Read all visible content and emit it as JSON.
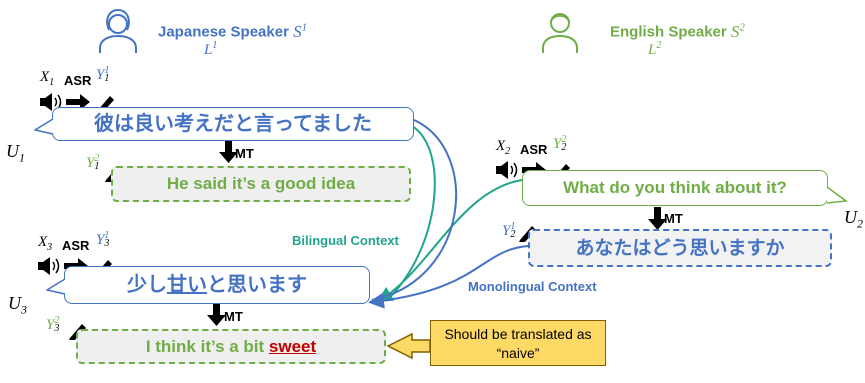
{
  "speakers": {
    "s1": {
      "title": "Japanese Speaker",
      "symbol": "S",
      "sup": "1",
      "lang": "L",
      "lang_sup": "1"
    },
    "s2": {
      "title": "English Speaker",
      "symbol": "S",
      "sup": "2",
      "lang": "L",
      "lang_sup": "2"
    }
  },
  "utterances": {
    "u1": {
      "label": "U",
      "sub": "1",
      "source": "彼は良い考えだと言ってました",
      "translation": "He said it’s a good idea"
    },
    "u2": {
      "label": "U",
      "sub": "2",
      "source": "What do you think about it?",
      "translation": "あなたはどう思いますか"
    },
    "u3": {
      "label": "U",
      "sub": "3",
      "source_a": "少し",
      "source_b": "甘い",
      "source_c": "と思います",
      "translation_a": "I think it’s a bit ",
      "translation_b": "sweet"
    }
  },
  "labels": {
    "asr": "ASR",
    "mt": "MT",
    "x1": {
      "base": "X",
      "sub": "1"
    },
    "y1_1": {
      "base": "Y",
      "sub": "1",
      "sup": "1"
    },
    "y1_2": {
      "base": "Y",
      "sub": "1",
      "sup": "2"
    },
    "x2": {
      "base": "X",
      "sub": "2"
    },
    "y2_2": {
      "base": "Y",
      "sub": "2",
      "sup": "2"
    },
    "y2_1": {
      "base": "Y",
      "sub": "2",
      "sup": "1"
    },
    "x3": {
      "base": "X",
      "sub": "3"
    },
    "y3_1": {
      "base": "Y",
      "sub": "3",
      "sup": "1"
    },
    "y3_2": {
      "base": "Y",
      "sub": "3",
      "sup": "2"
    }
  },
  "context": {
    "bilingual": "Bilingual Context",
    "monolingual": "Monolingual Context"
  },
  "callout": {
    "line1": "Should be translated as",
    "line2": "“naive”"
  },
  "colors": {
    "blue": "#4472c4",
    "green": "#70ad47",
    "teal": "#21a58d",
    "callout": "#ffd966",
    "red": "#c00000"
  }
}
